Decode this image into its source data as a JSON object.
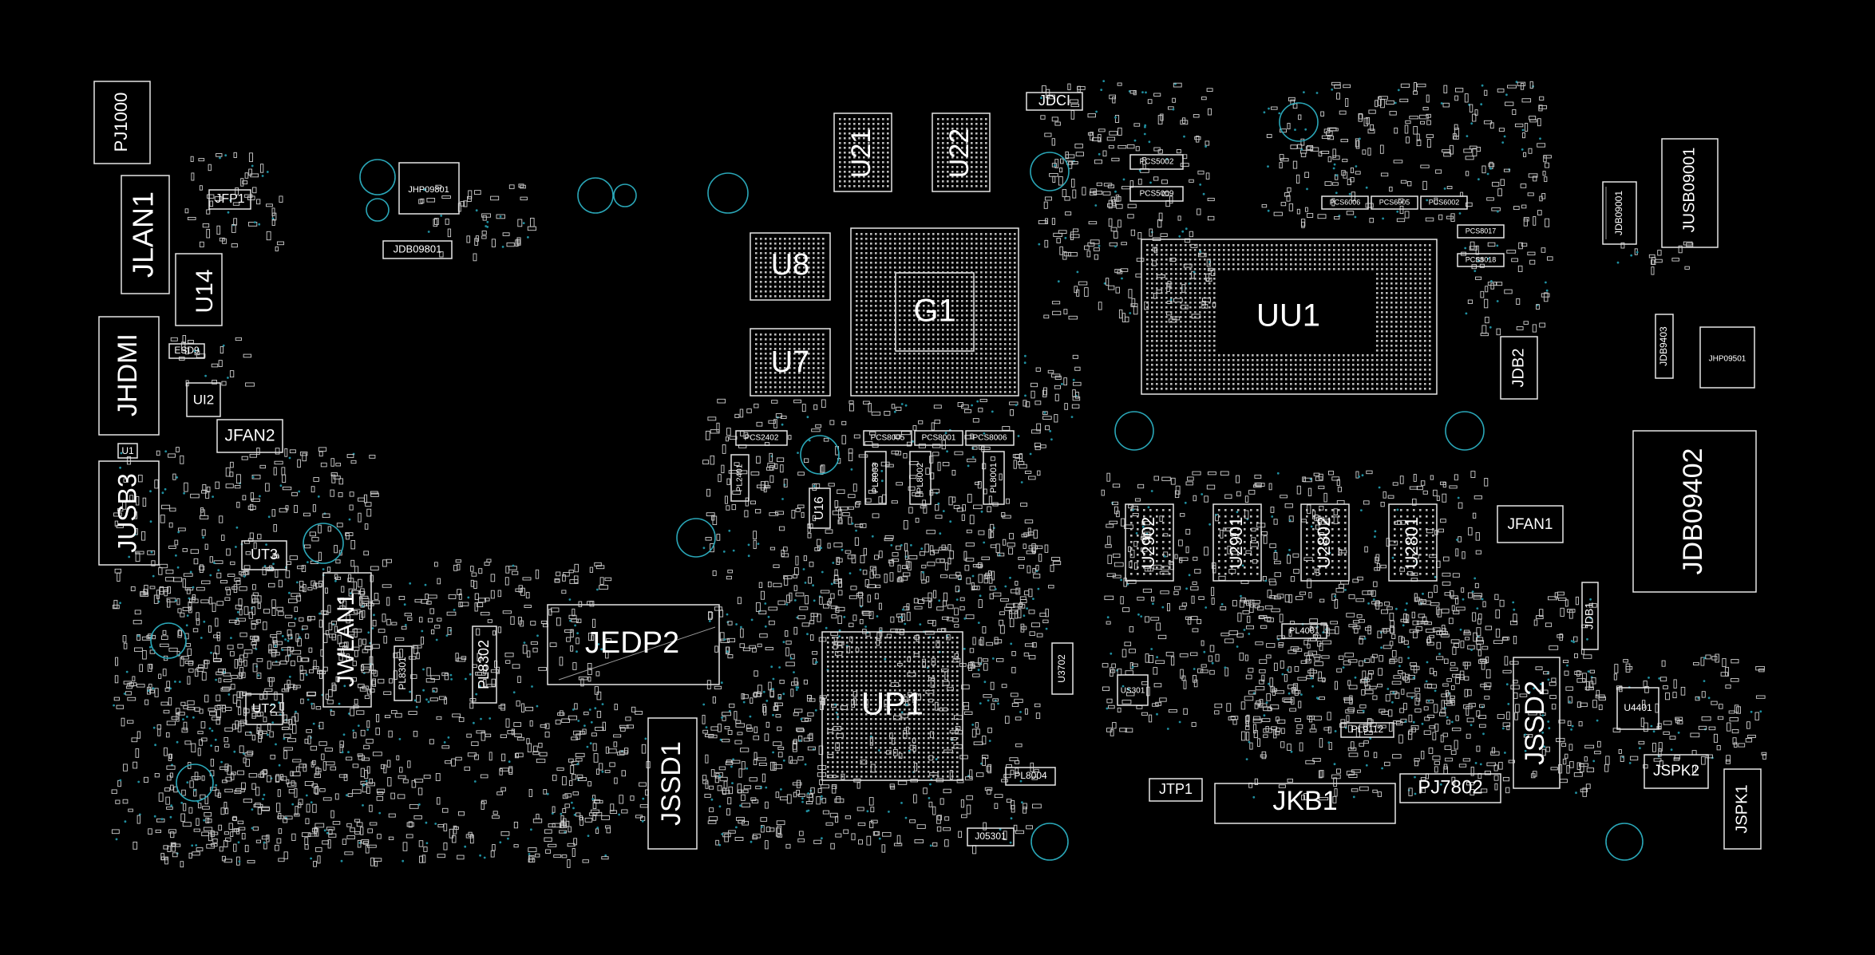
{
  "colors": {
    "background": "#000000",
    "outline": "#e6e6e6",
    "label": "#ffffff",
    "mounting_hole": "#2aa7b8",
    "via": "#1f8fa0"
  },
  "components": {
    "pj1000": "PJ1000",
    "jlan1": "JLAN1",
    "jfp1": "JFP1",
    "u14": "U14",
    "jhdmi": "JHDMI",
    "esd9": "ESD9",
    "ui2": "UI2",
    "jfan2": "JFAN2",
    "u1": "U1",
    "jusb3": "JUSB3",
    "ut3": "UT3",
    "jwlan1": "JWLAN1",
    "ut2": "UT2",
    "pl8301": "PL8301",
    "pl8302": "PL8302",
    "jhp09801": "JHP09801",
    "jdb09801": "JDB09801",
    "jedp2": "JEDP2",
    "jssd1": "JSSD1",
    "u8": "U8",
    "u7": "U7",
    "g1": "G1",
    "u21": "U21",
    "u22": "U22",
    "jdci": "JDCI",
    "up1": "UP1",
    "u16": "U16",
    "pl2401": "PL2401",
    "pcs2402": "PCS2402",
    "pcs8005": "PCS8005",
    "pcs8001": "PCS8001",
    "pcs8006": "PCS8006",
    "pl8003": "PL8003",
    "pl8002": "PL8002",
    "pl8001": "PL8001",
    "pl8004": "PL8004",
    "j05301": "J05301",
    "pcs5002": "PCS5002",
    "pcs5009": "PCS5009",
    "uu1": "UU1",
    "jdb2": "JDB2",
    "pcs6006": "PCS6006",
    "pcs6005": "PCS6005",
    "pcs6002": "PCS6002",
    "pcs8017": "PCS8017",
    "pcs8018": "PCS8018",
    "u2902": "U2902",
    "u2901": "U2901",
    "u2802": "U2802",
    "u2801": "U2801",
    "jfan1": "JFAN1",
    "jdb1": "JDB1",
    "jssd2": "JSSD2",
    "u3702": "U3702",
    "us301": "US301",
    "pl4001": "PL4001",
    "pl9112": "PL9112",
    "jtp1": "JTP1",
    "jkb1": "JKB1",
    "pj7802": "PJ7802",
    "u4401": "U4401",
    "jspk2": "JSPK2",
    "jspk1": "JSPK1",
    "jusb09001": "JUSB09001",
    "jdb09001": "JDB09001",
    "jdb9403": "JDB9403",
    "jhp09501": "JHP09501",
    "jdb09402": "JDB09402"
  }
}
